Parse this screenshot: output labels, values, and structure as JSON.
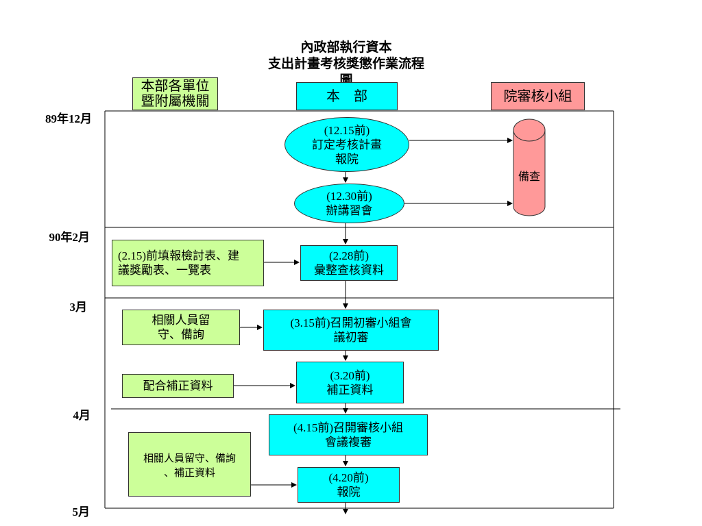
{
  "title": [
    "內政部執行資本",
    "支出計畫考核獎懲作業流程",
    "圖"
  ],
  "lanes": [
    {
      "lines": [
        "本部各單位",
        "暨附屬機關"
      ],
      "color": "#ccff99"
    },
    {
      "lines": [
        "本　部"
      ],
      "color": "#00ffff"
    },
    {
      "lines": [
        "院審核小組"
      ],
      "color": "#ff9999"
    }
  ],
  "periods": [
    "89年12月",
    "90年2月",
    "3月",
    "4月",
    "5月"
  ],
  "nodes": {
    "plan": [
      "(12.15前)",
      "訂定考核計畫",
      "報院"
    ],
    "seminar": [
      "(12.30前)",
      "辦講習會"
    ],
    "record": [
      "備查"
    ],
    "fill_forms": [
      "(2.15)前填報檢討表、建",
      "議獎勵表、一覽表"
    ],
    "compile": [
      "(2.28前)",
      "彙整查核資料"
    ],
    "standby_1": [
      "相關人員留",
      "守、備詢"
    ],
    "initial_review": [
      "(3.15前)召開初審小組會",
      "議初審"
    ],
    "cooperate": [
      "配合補正資料"
    ],
    "supplement": [
      "(3.20前)",
      "補正資料"
    ],
    "review_meeting": [
      "(4.15前)召開審核小組",
      "會議複審"
    ],
    "standby_2": [
      "相關人員留守、備詢",
      "、補正資料"
    ],
    "report": [
      "(4.20前)",
      "報院"
    ]
  }
}
